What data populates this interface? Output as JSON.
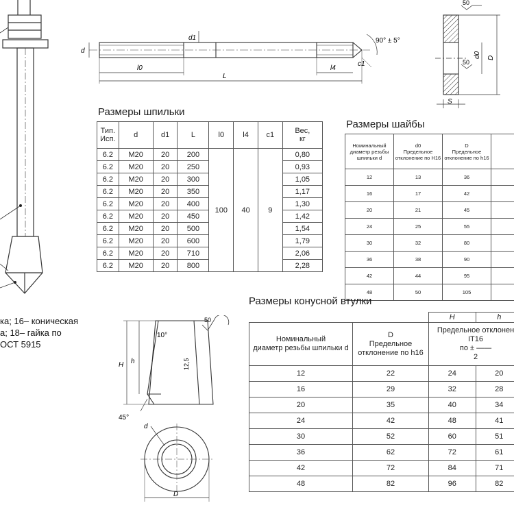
{
  "legend": {
    "line1": "ка; 16– коническая",
    "line2": "а; 18– гайка по",
    "line3": "ОСТ 5915"
  },
  "stud_drawing": {
    "d": "d",
    "d1": "d1",
    "l0": "l0",
    "l4": "l4",
    "c1": "c1",
    "L": "L",
    "angle": "90° ± 5°"
  },
  "washer_drawing": {
    "roughness_top": "50",
    "roughness_mid": "50",
    "d0": "d0",
    "D": "D",
    "S": "S"
  },
  "bushing_drawing": {
    "roughness": "50",
    "H": "H",
    "h": "h",
    "angle10": "10°",
    "dim12_5": "12,5",
    "angle45": "45°",
    "d": "d",
    "D": "D"
  },
  "stud_table": {
    "title": "Размеры шпильки",
    "headers": [
      "Тип.\nИсп.",
      "d",
      "d1",
      "L",
      "l0",
      "l4",
      "c1",
      "Вес,\nкг"
    ],
    "rows": [
      [
        "6.2",
        "M20",
        "20",
        "200",
        "0,80"
      ],
      [
        "6.2",
        "M20",
        "20",
        "250",
        "0,93"
      ],
      [
        "6.2",
        "M20",
        "20",
        "300",
        "1,05"
      ],
      [
        "6.2",
        "M20",
        "20",
        "350",
        "1,17"
      ],
      [
        "6.2",
        "M20",
        "20",
        "400",
        "1,30"
      ],
      [
        "6.2",
        "M20",
        "20",
        "450",
        "1,42"
      ],
      [
        "6.2",
        "M20",
        "20",
        "500",
        "1,54"
      ],
      [
        "6.2",
        "M20",
        "20",
        "600",
        "1,79"
      ],
      [
        "6.2",
        "M20",
        "20",
        "710",
        "2,06"
      ],
      [
        "6.2",
        "M20",
        "20",
        "800",
        "2,28"
      ]
    ],
    "merged_l0": "100",
    "merged_l4": "40",
    "merged_c1": "9"
  },
  "washer_table": {
    "title": "Размеры шайбы",
    "headers": [
      "Номинальный\nдиаметр резьбы\nшпильки d",
      "d0\nПредельное\nотклонение по H16",
      "D\nПредельное\nотклонение по h16"
    ],
    "rows": [
      [
        "12",
        "13",
        "36"
      ],
      [
        "16",
        "17",
        "42"
      ],
      [
        "20",
        "21",
        "45"
      ],
      [
        "24",
        "25",
        "55"
      ],
      [
        "30",
        "32",
        "80"
      ],
      [
        "36",
        "38",
        "90"
      ],
      [
        "42",
        "44",
        "95"
      ],
      [
        "48",
        "50",
        "105"
      ]
    ]
  },
  "bushing_table": {
    "title": "Размеры конусной втулки",
    "header_top": [
      "H",
      "h"
    ],
    "headers": [
      "Номинальный\nдиаметр резьбы шпильки d",
      "D\nПредельное\nотклонение по h16",
      "Предельное отклонен\nIT16\nпо ±  ——\n2"
    ],
    "rows": [
      [
        "12",
        "22",
        "24",
        "20"
      ],
      [
        "16",
        "29",
        "32",
        "28"
      ],
      [
        "20",
        "35",
        "40",
        "34"
      ],
      [
        "24",
        "42",
        "48",
        "41"
      ],
      [
        "30",
        "52",
        "60",
        "51"
      ],
      [
        "36",
        "62",
        "72",
        "61"
      ],
      [
        "42",
        "72",
        "84",
        "71"
      ],
      [
        "48",
        "82",
        "96",
        "82"
      ]
    ]
  }
}
